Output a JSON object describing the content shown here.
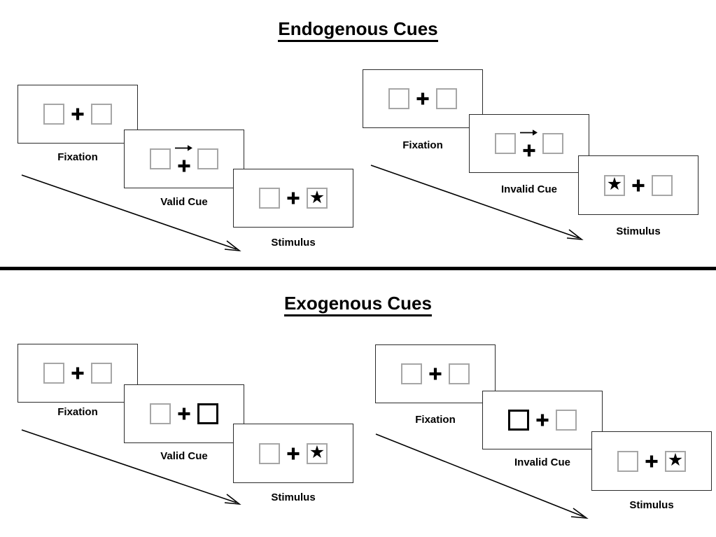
{
  "figure": {
    "title_top": "Endogenous Cues",
    "title_bottom": "Exogenous Cues",
    "divider_color": "#000000",
    "frame_border_color": "#2b2b2b",
    "placeholder_box_color": "#a6a6a6",
    "cue_box_color": "#000000",
    "star_glyph": "★",
    "arrow_cue_direction": "right",
    "timeline_arrow_direction": "down-right"
  },
  "sections": [
    {
      "name": "endogenous",
      "title": "Endogenous Cues",
      "columns": [
        {
          "name": "endogenous-valid",
          "frames": [
            {
              "caption": "Fixation",
              "cue": "none",
              "left_box": "empty",
              "right_box": "empty"
            },
            {
              "caption": "Valid Cue",
              "cue": "arrow-right",
              "left_box": "empty",
              "right_box": "empty"
            },
            {
              "caption": "Stimulus",
              "cue": "none",
              "left_box": "empty",
              "right_box": "star"
            }
          ]
        },
        {
          "name": "endogenous-invalid",
          "frames": [
            {
              "caption": "Fixation",
              "cue": "none",
              "left_box": "empty",
              "right_box": "empty"
            },
            {
              "caption": "Invalid Cue",
              "cue": "arrow-right",
              "left_box": "empty",
              "right_box": "empty"
            },
            {
              "caption": "Stimulus",
              "cue": "none",
              "left_box": "star",
              "right_box": "empty"
            }
          ]
        }
      ]
    },
    {
      "name": "exogenous",
      "title": "Exogenous Cues",
      "columns": [
        {
          "name": "exogenous-valid",
          "frames": [
            {
              "caption": "Fixation",
              "cue": "none",
              "left_box": "empty",
              "right_box": "empty"
            },
            {
              "caption": "Valid Cue",
              "cue": "box-highlight-right",
              "left_box": "empty",
              "right_box": "cued"
            },
            {
              "caption": "Stimulus",
              "cue": "none",
              "left_box": "empty",
              "right_box": "star"
            }
          ]
        },
        {
          "name": "exogenous-invalid",
          "frames": [
            {
              "caption": "Fixation",
              "cue": "none",
              "left_box": "empty",
              "right_box": "empty"
            },
            {
              "caption": "Invalid Cue",
              "cue": "box-highlight-left",
              "left_box": "cued",
              "right_box": "empty"
            },
            {
              "caption": "Stimulus",
              "cue": "none",
              "left_box": "empty",
              "right_box": "star"
            }
          ]
        }
      ]
    }
  ]
}
